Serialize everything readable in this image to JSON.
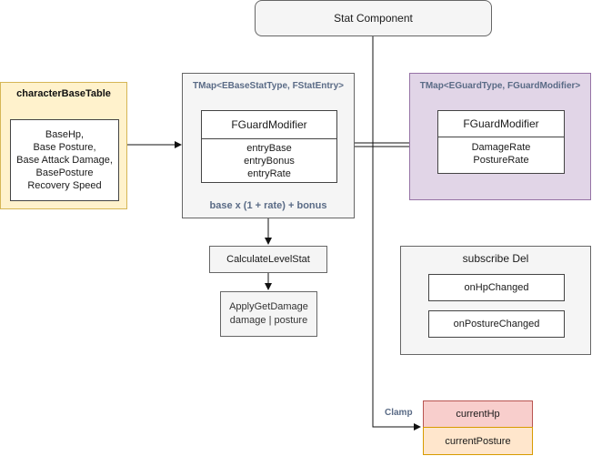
{
  "stat_component": {
    "title": "Stat Component"
  },
  "base_table": {
    "title": "characterBaseTable",
    "lines": [
      "BaseHp,",
      "Base Posture,",
      "Base Attack Damage,",
      "BasePosture",
      "Recovery Speed"
    ]
  },
  "stat_map": {
    "title": "TMap<EBaseStatType, FStatEntry>",
    "inner_title": "FGuardModifier",
    "fields": [
      "entryBase",
      "entryBonus",
      "entryRate"
    ],
    "formula": "base x (1 + rate) + bonus"
  },
  "guard_map": {
    "title": "TMap<EGuardType, FGuardModifier>",
    "inner_title": "FGuardModifier",
    "fields": [
      "DamageRate",
      "PostureRate"
    ]
  },
  "calc_level": {
    "label": "CalculateLevelStat"
  },
  "apply_damage": {
    "lines": [
      "ApplyGetDamage",
      "damage | posture"
    ]
  },
  "subscribe": {
    "title": "subscribe Del",
    "items": [
      "onHpChanged",
      "onPostureChanged"
    ]
  },
  "clamp": {
    "label": "Clamp"
  },
  "current_hp": {
    "label": "currentHp"
  },
  "current_posture": {
    "label": "currentPosture"
  },
  "colors": {
    "yellow_fill": "#fff2cc",
    "yellow_stroke": "#d6b656",
    "gray_fill": "#f5f5f5",
    "gray_stroke": "#666666",
    "purple_fill": "#e1d5e7",
    "purple_stroke": "#9673a6",
    "red_fill": "#f8cecc",
    "red_stroke": "#b85450",
    "title_blue": "#5a6b86"
  }
}
